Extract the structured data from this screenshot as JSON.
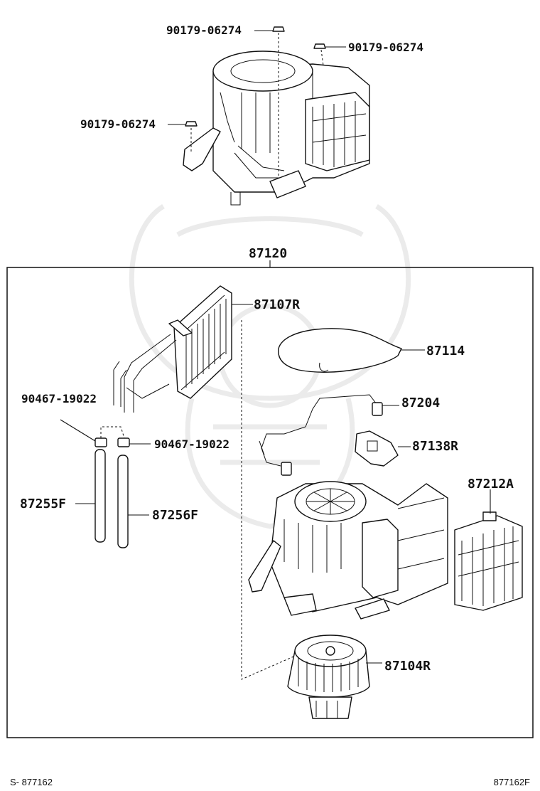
{
  "callouts": {
    "nut_top": "90179-06274",
    "nut_right": "90179-06274",
    "nut_left": "90179-06274",
    "assembly": "87120",
    "heater_core": "87107R",
    "cover": "87114",
    "wire": "87204",
    "resistor": "87138R",
    "clamp_left": "90467-19022",
    "clamp_right": "90467-19022",
    "servo": "87212A",
    "hose_left": "87255F",
    "hose_right": "87256F",
    "blower_motor": "87104R"
  },
  "footer": {
    "left": "S- 877162",
    "right": "877162F"
  }
}
